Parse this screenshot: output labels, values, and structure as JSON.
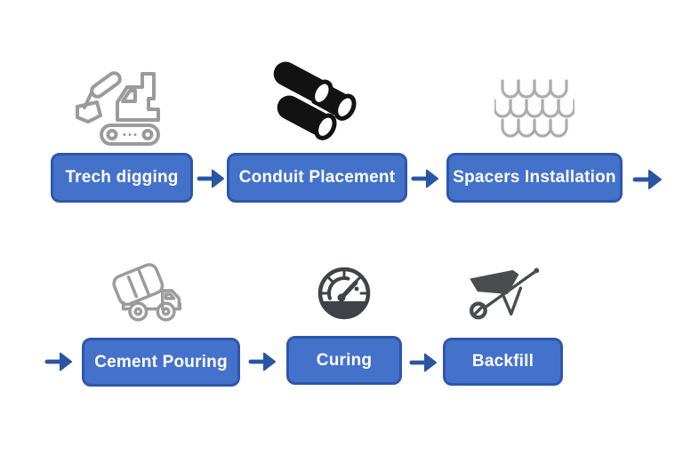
{
  "title": "Construction process flow diagram",
  "colors": {
    "node_fill": "#4472cb",
    "node_border": "#2d56ae",
    "node_text": "#ffffff",
    "arrow": "#2a55a4",
    "icon_gray": "#9b9b9b",
    "icon_light_gray": "#adadad",
    "icon_black": "#121212",
    "icon_dark": "#3f4347",
    "icon_dark2": "#4a4d50"
  },
  "flow": {
    "rows": [
      {
        "leading_arrow": false,
        "trailing_arrow": true,
        "steps": [
          {
            "label": "Trech digging",
            "icon": "excavator-icon"
          },
          {
            "label": "Conduit Placement",
            "icon": "conduit-pipes-icon"
          },
          {
            "label": "Spacers Installation",
            "icon": "spacers-tiles-icon"
          }
        ]
      },
      {
        "leading_arrow": true,
        "trailing_arrow": false,
        "steps": [
          {
            "label": "Cement Pouring",
            "icon": "cement-mixer-truck-icon"
          },
          {
            "label": "Curing",
            "icon": "gauge-icon"
          },
          {
            "label": "Backfill",
            "icon": "wheelbarrow-icon"
          }
        ]
      }
    ]
  }
}
